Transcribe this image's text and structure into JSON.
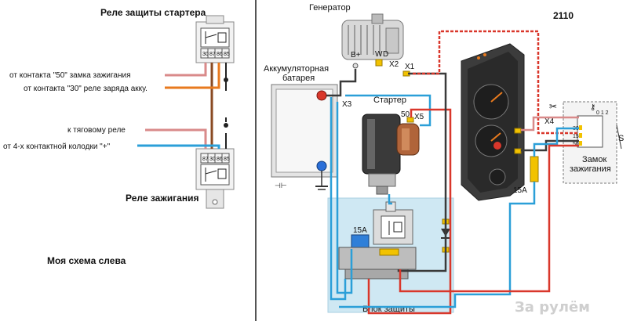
{
  "left": {
    "relay_starter_title": "Реле защиты стартера",
    "relay_ignition_title": "Реле зажигания",
    "pins_top": [
      "30",
      "87",
      "86",
      "85"
    ],
    "pins_bottom": [
      "87",
      "30",
      "86",
      "85"
    ],
    "lines": [
      "от контакта \"50\" замка зажигания",
      "от контакта \"30\" реле заряда акку.",
      "к тяговому реле",
      "от 4-х контактной колодки \"+\""
    ],
    "my_scheme": "Моя схема слева"
  },
  "right": {
    "model": "2110",
    "generator": "Генератор",
    "battery": "Аккумуляторная\nбатарея",
    "starter": "Стартер",
    "protection_block": "Блок защиты",
    "ignition_lock": "Замок\nзажигания",
    "terminal_bplus": "B+",
    "terminal_w": "W",
    "terminal_d": "D",
    "connector_x1": "X1",
    "connector_x2": "X2",
    "connector_x3": "X3",
    "connector_x4": "X4",
    "connector_x5": "X5",
    "pin_50": "50",
    "fuse_block": "15A",
    "fuse_dash": "15A",
    "lock_012": "0 1 2",
    "lock_s": "S",
    "lock_pins": [
      "30",
      "15",
      "50"
    ]
  },
  "watermark": "За рулём",
  "colors": {
    "wire_blue": "#2b9fd8",
    "wire_red": "#d9372b",
    "wire_dark": "#3a3a3a",
    "wire_orange": "#e87a1e",
    "wire_brown": "#8a4a22",
    "wire_pink": "#d98a8a",
    "block_bg": "#cfe8f3"
  }
}
